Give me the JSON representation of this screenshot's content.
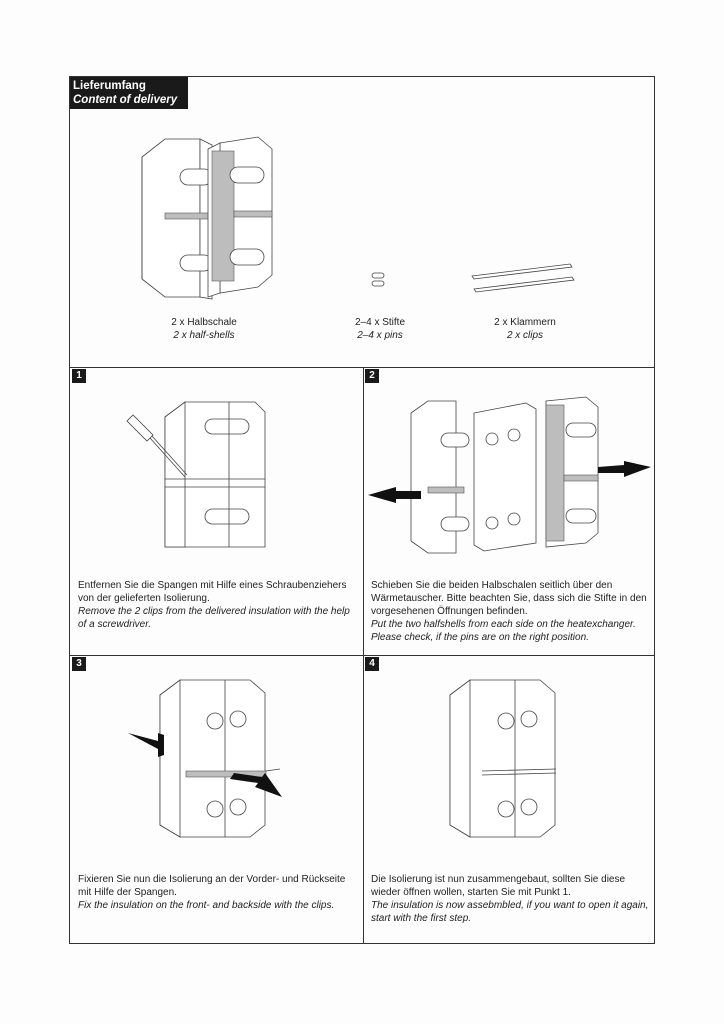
{
  "header": {
    "title_de": "Lieferumfang",
    "title_en": "Content of delivery"
  },
  "delivery_items": [
    {
      "de": "2 x Halbschale",
      "en": "2 x half-shells"
    },
    {
      "de": "2–4 x Stifte",
      "en": "2–4 x pins"
    },
    {
      "de": "2 x Klammern",
      "en": "2 x clips"
    }
  ],
  "steps": [
    {
      "number": "1",
      "de": "Entfernen Sie die Spangen mit Hilfe eines Schraubenziehers von der gelieferten Isolierung.",
      "en": "Remove the 2 clips from the delivered insulation with the help of a screwdriver."
    },
    {
      "number": "2",
      "de": "Schieben Sie die beiden Halbschalen seitlich über den Wärmetauscher. Bitte beachten Sie, dass sich die Stifte in den vorgesehenen Öffnungen befinden.",
      "en": "Put the two halfshells from each side on the heatexchanger. Please check, if the pins are on the right position."
    },
    {
      "number": "3",
      "de": "Fixieren Sie nun die Isolierung an der Vorder- und Rückseite mit Hilfe der Spangen.",
      "en": "Fix the insulation on the front- and backside with the clips."
    },
    {
      "number": "4",
      "de": "Die Isolierung ist nun zusammengebaut, sollten Sie diese wieder öffnen wollen, starten Sie mit Punkt 1.",
      "en": "The insulation is now assebmbled, if you want to open it again, start with the first step."
    }
  ]
}
